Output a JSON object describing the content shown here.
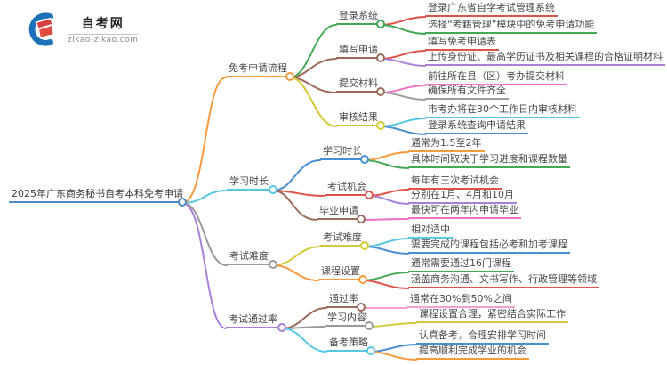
{
  "logo": {
    "site_name": "自考网",
    "site_url": "zikao-zikao.com"
  },
  "palette": {
    "rootblue": "#4e88c7",
    "orange": "#f79a3e",
    "cyan": "#58c7e4",
    "gray": "#9b9b9b",
    "purple": "#a97fd9",
    "green": "#44a854",
    "brown": "#9c6a5b",
    "red": "#e0524c",
    "yellow": "#d2c93b",
    "blue": "#4a8fd3",
    "magenta": "#ee72c3",
    "pink": "#f3a0cd"
  },
  "mindmap": {
    "root": {
      "label": "2025年广东商务秘书自考本科免考申请",
      "color": "rootblue"
    },
    "branches": [
      {
        "label": "免考申请流程",
        "color": "orange",
        "children": [
          {
            "label": "登录系统",
            "color": "green",
            "leaves": [
              {
                "label": "登录广东省自学考试管理系统",
                "color": "red"
              },
              {
                "label": "选择“考籍管理”模块中的免考申请功能",
                "color": "green"
              }
            ]
          },
          {
            "label": "填写申请",
            "color": "brown",
            "leaves": [
              {
                "label": "填写免考申请表",
                "color": "red"
              },
              {
                "label": "上传身份证、最高学历证书及相关课程的合格证明材料",
                "color": "purple"
              }
            ]
          },
          {
            "label": "提交材料",
            "color": "brown",
            "leaves": [
              {
                "label": "前往所在县（区）考办提交材料",
                "color": "magenta"
              },
              {
                "label": "确保所有文件齐全",
                "color": "gray"
              }
            ]
          },
          {
            "label": "审核结果",
            "color": "yellow",
            "leaves": [
              {
                "label": "市考办将在30个工作日内审核材料",
                "color": "cyan"
              },
              {
                "label": "登录系统查询申请结果",
                "color": "blue"
              }
            ]
          }
        ]
      },
      {
        "label": "学习时长",
        "color": "cyan",
        "children": [
          {
            "label": "学习时长",
            "color": "blue",
            "leaves": [
              {
                "label": "通常为1.5至2年",
                "color": "orange"
              },
              {
                "label": "具体时间取决于学习进度和课程数量",
                "color": "green"
              }
            ]
          },
          {
            "label": "考试机会",
            "color": "red",
            "leaves": [
              {
                "label": "每年有三次考试机会",
                "color": "red"
              },
              {
                "label": "分别在1月、4月和10月",
                "color": "purple"
              }
            ]
          },
          {
            "label": "毕业申请",
            "color": "brown",
            "leaves": [
              {
                "label": "最快可在两年内申请毕业",
                "color": "magenta"
              }
            ]
          }
        ]
      },
      {
        "label": "考试难度",
        "color": "gray",
        "children": [
          {
            "label": "考试难度",
            "color": "yellow",
            "leaves": [
              {
                "label": "相对适中",
                "color": "cyan"
              },
              {
                "label": "需要完成的课程包括必考和加考课程",
                "color": "blue"
              }
            ]
          },
          {
            "label": "课程设置",
            "color": "orange",
            "leaves": [
              {
                "label": "通常需要通过16门课程",
                "color": "green"
              },
              {
                "label": "涵盖商务沟通、文书写作、行政管理等领域",
                "color": "red"
              }
            ]
          }
        ]
      },
      {
        "label": "考试通过率",
        "color": "purple",
        "children": [
          {
            "label": "通过率",
            "color": "brown",
            "leaves": [
              {
                "label": "通常在30%到50%之间",
                "color": "pink"
              }
            ]
          },
          {
            "label": "学习内容",
            "color": "gray",
            "leaves": [
              {
                "label": "课程设置合理，紧密结合实际工作",
                "color": "yellow"
              }
            ]
          },
          {
            "label": "备考策略",
            "color": "cyan",
            "leaves": [
              {
                "label": "认真备考，合理安排学习时间",
                "color": "blue"
              },
              {
                "label": "提高顺利完成学业的机会",
                "color": "orange"
              }
            ]
          }
        ]
      }
    ]
  }
}
